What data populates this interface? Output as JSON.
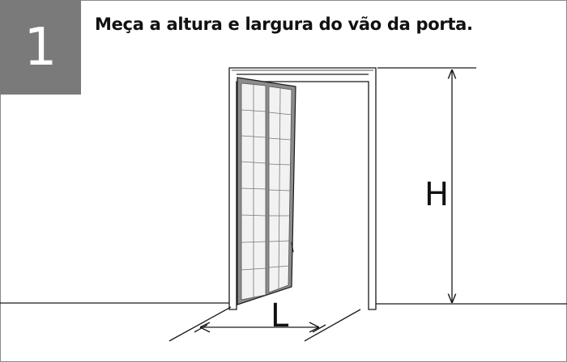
{
  "step": {
    "number": "1"
  },
  "instruction": {
    "text": "Meça a altura e largura do vão da porta."
  },
  "diagram": {
    "height_label": "H",
    "width_label": "L"
  },
  "colors": {
    "badge": "#7a7a7a",
    "line": "#1a1a1a",
    "door_frame": "#888888",
    "glass": "#f2f2f2"
  }
}
